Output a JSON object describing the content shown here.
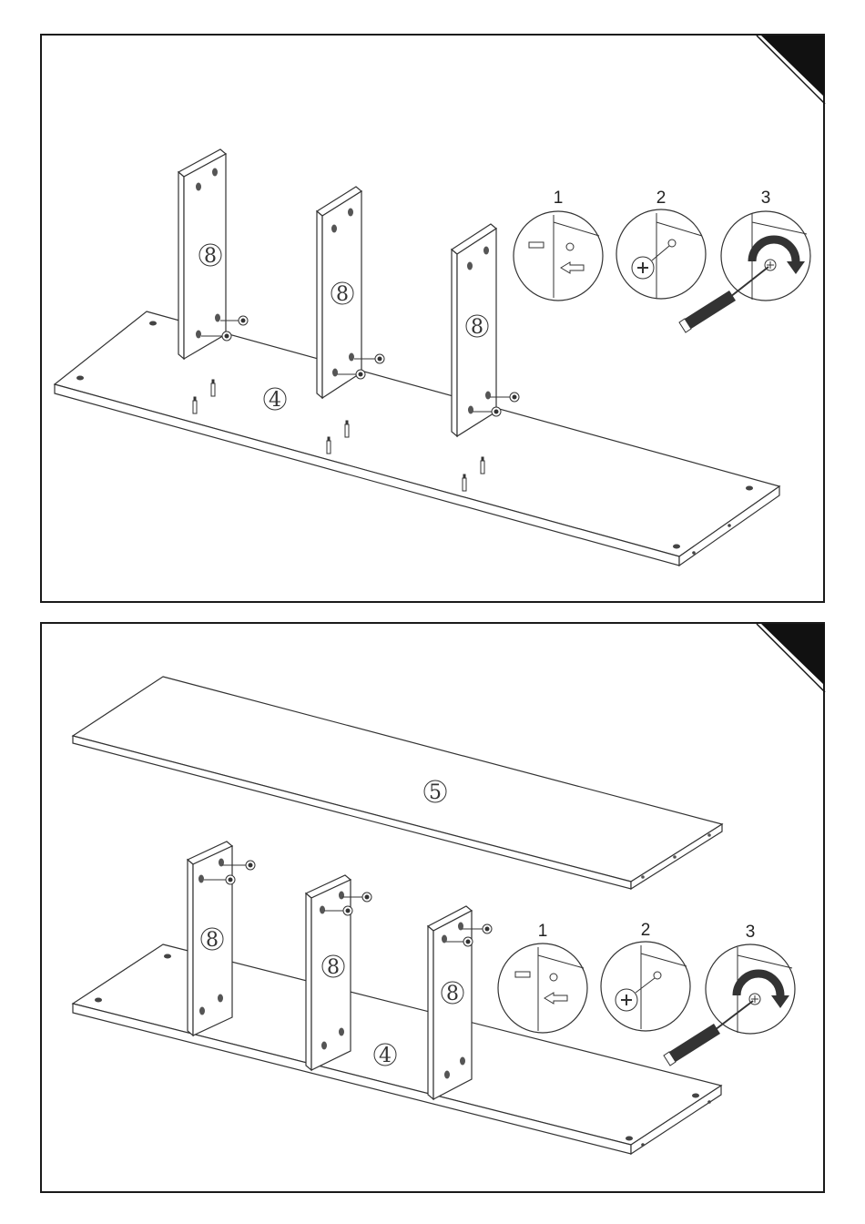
{
  "steps": [
    {
      "panel": "top",
      "parts": {
        "board": "4",
        "uprights": [
          "8",
          "8",
          "8"
        ]
      },
      "detail_labels": [
        "1",
        "2",
        "3"
      ]
    },
    {
      "panel": "bottom",
      "parts": {
        "board": "4",
        "top_board": "5",
        "uprights": [
          "8",
          "8",
          "8"
        ]
      },
      "detail_labels": [
        "1",
        "2",
        "3"
      ]
    }
  ],
  "icons": [
    "corner-tab-icon",
    "cam-lock-icon",
    "dowel-icon",
    "screwdriver-icon",
    "rotate-arrow-icon",
    "arrow-left-icon"
  ]
}
